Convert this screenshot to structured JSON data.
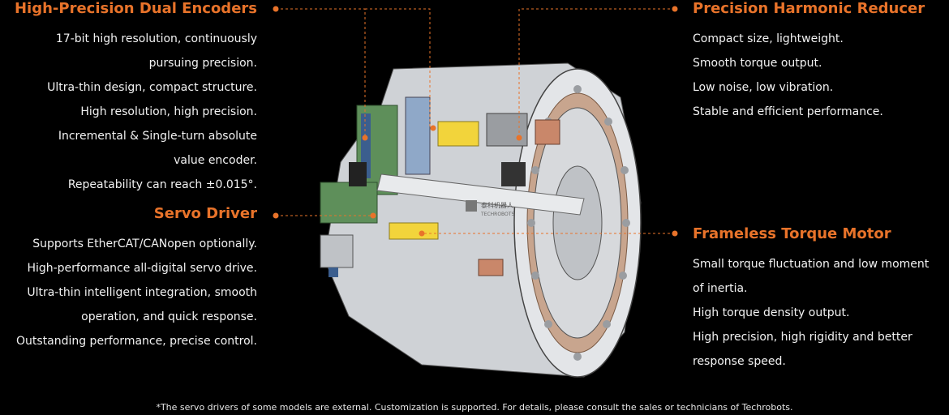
{
  "colors": {
    "accent": "#e8732a",
    "background": "#000000",
    "text": "#f2f2f2"
  },
  "features": {
    "encoders": {
      "title": "High-Precision Dual Encoders",
      "lines": [
        "17-bit high resolution, continuously",
        "pursuing precision.",
        "Ultra-thin design, compact structure.",
        "High resolution, high precision.",
        "Incremental & Single-turn absolute",
        "value encoder.",
        "Repeatability can reach ±0.015°."
      ]
    },
    "driver": {
      "title": "Servo Driver",
      "lines": [
        "Supports EtherCAT/CANopen optionally.",
        "High-performance all-digital servo drive.",
        "Ultra-thin intelligent integration, smooth",
        "operation, and quick response.",
        "Outstanding performance, precise control."
      ]
    },
    "reducer": {
      "title": "Precision Harmonic Reducer",
      "lines": [
        "Compact size, lightweight.",
        "Smooth torque output.",
        "Low noise, low vibration.",
        "Stable and efficient performance."
      ]
    },
    "motor": {
      "title": "Frameless Torque Motor",
      "lines": [
        "Small torque fluctuation and low moment",
        "of inertia.",
        "High torque density output.",
        "High precision, high rigidity and better",
        "response speed."
      ]
    }
  },
  "illustration": {
    "name": "joint-module-cutaway-image",
    "logo_text": "泰科机器人",
    "logo_sub": "TECHROBOTS"
  },
  "footnote": "*The servo drivers of some models are external. Customization is supported. For details, please consult the sales or technicians of Techrobots."
}
